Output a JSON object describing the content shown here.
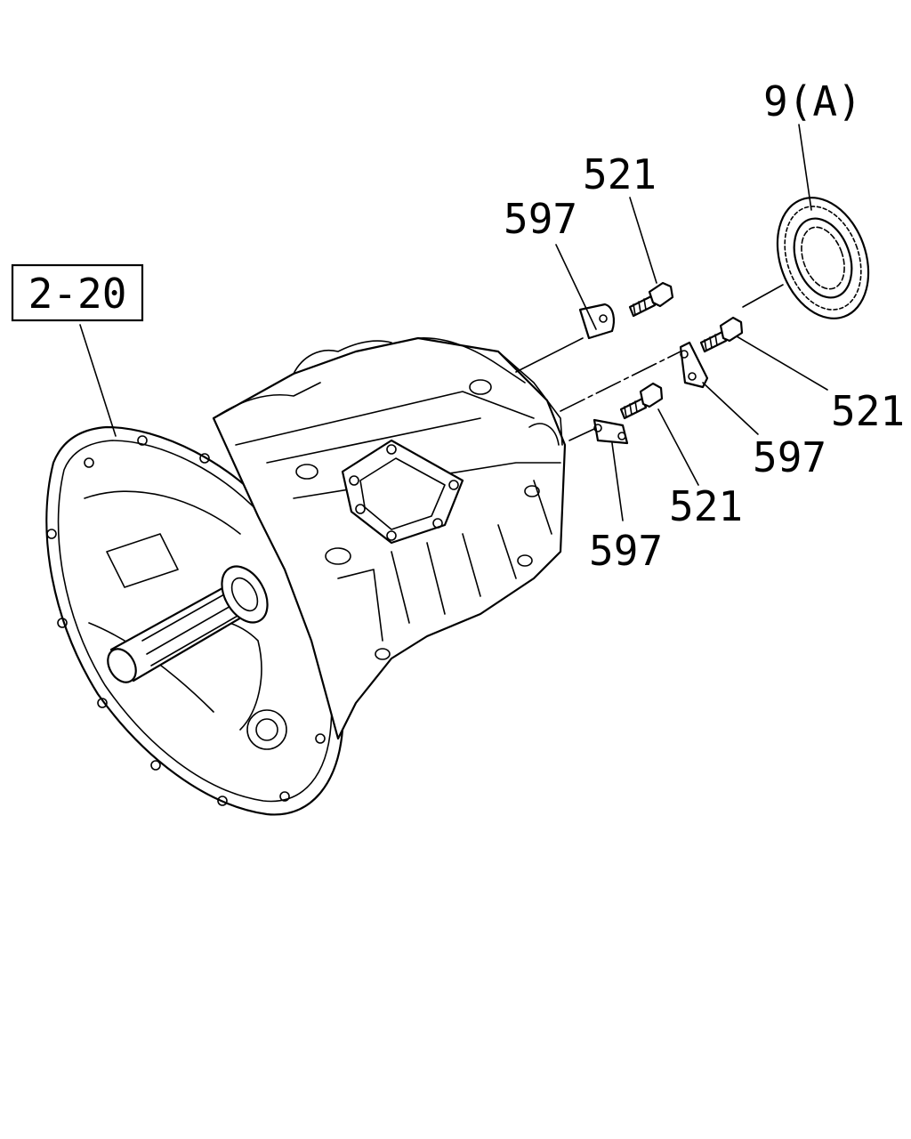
{
  "diagram": {
    "callouts": {
      "ref_box": "2-20",
      "gear": "9(A)",
      "bolt_top": "521",
      "bolt_right": "521",
      "bolt_mid": "521",
      "plate_top": "597",
      "plate_right": "597",
      "plate_bottom": "597"
    }
  }
}
